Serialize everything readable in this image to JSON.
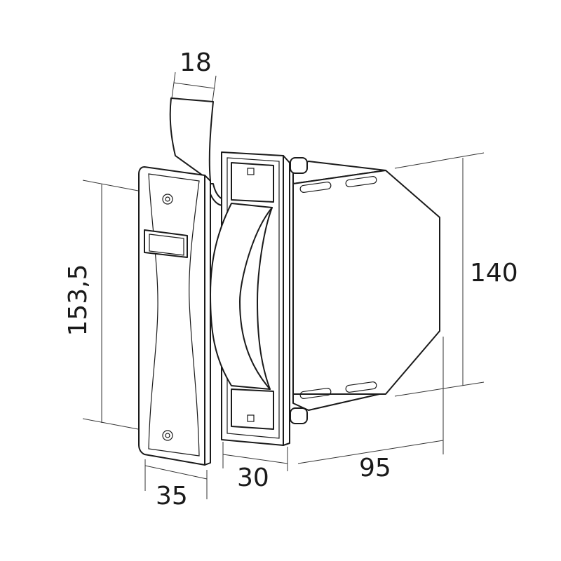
{
  "dimensions": {
    "strap_width": "18",
    "handle_height": "153,5",
    "housing_height": "140",
    "handle_width": "35",
    "plate_depth": "30",
    "housing_depth": "95"
  }
}
